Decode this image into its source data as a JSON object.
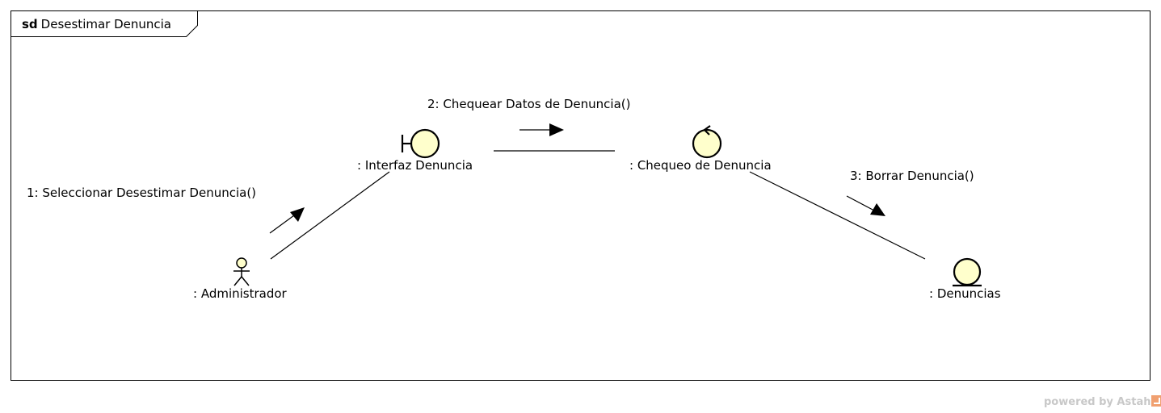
{
  "frame": {
    "kind": "sd",
    "name": "Desestimar Denuncia"
  },
  "objects": [
    {
      "id": "admin",
      "stereotype": "actor",
      "label": ": Administrador"
    },
    {
      "id": "interfaz",
      "stereotype": "boundary",
      "label": ": Interfaz Denuncia"
    },
    {
      "id": "chequeo",
      "stereotype": "control",
      "label": ": Chequeo de Denuncia"
    },
    {
      "id": "denuncias",
      "stereotype": "entity",
      "label": ": Denuncias"
    }
  ],
  "messages": [
    {
      "label": "1: Seleccionar Desestimar Denuncia()",
      "from": "admin",
      "to": "interfaz"
    },
    {
      "label": "2: Chequear Datos de Denuncia()",
      "from": "interfaz",
      "to": "chequeo"
    },
    {
      "label": "3: Borrar Denuncia()",
      "from": "chequeo",
      "to": "denuncias"
    }
  ],
  "footer": {
    "powered_by": "powered by Astah"
  },
  "colors": {
    "element_fill": "#ffffcc",
    "stroke": "#000000",
    "footer": "#c8c8c8",
    "logo": "#f0a070"
  }
}
